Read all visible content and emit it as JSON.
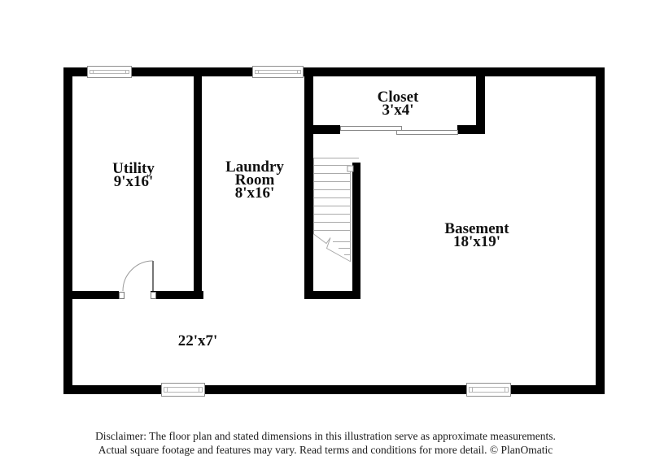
{
  "plan": {
    "rooms": {
      "utility": {
        "name": "Utility",
        "dims": "9'x16'"
      },
      "laundry": {
        "line1": "Laundry",
        "line2": "Room",
        "dims": "8'x16'"
      },
      "closet": {
        "name": "Closet",
        "dims": "3'x4'"
      },
      "basement": {
        "name": "Basement",
        "dims": "18'x19'"
      },
      "hall": {
        "dims": "22'x7'"
      }
    },
    "colors": {
      "wall": "#000000",
      "detail_line": "#9a9a9a",
      "background": "#ffffff",
      "text": "#111111"
    }
  },
  "footer": {
    "line1": "Disclaimer: The floor plan and stated dimensions in this illustration serve as approximate measurements.",
    "line2": "Actual square footage and features may vary. Read terms and conditions for more detail. © PlanOmatic"
  }
}
